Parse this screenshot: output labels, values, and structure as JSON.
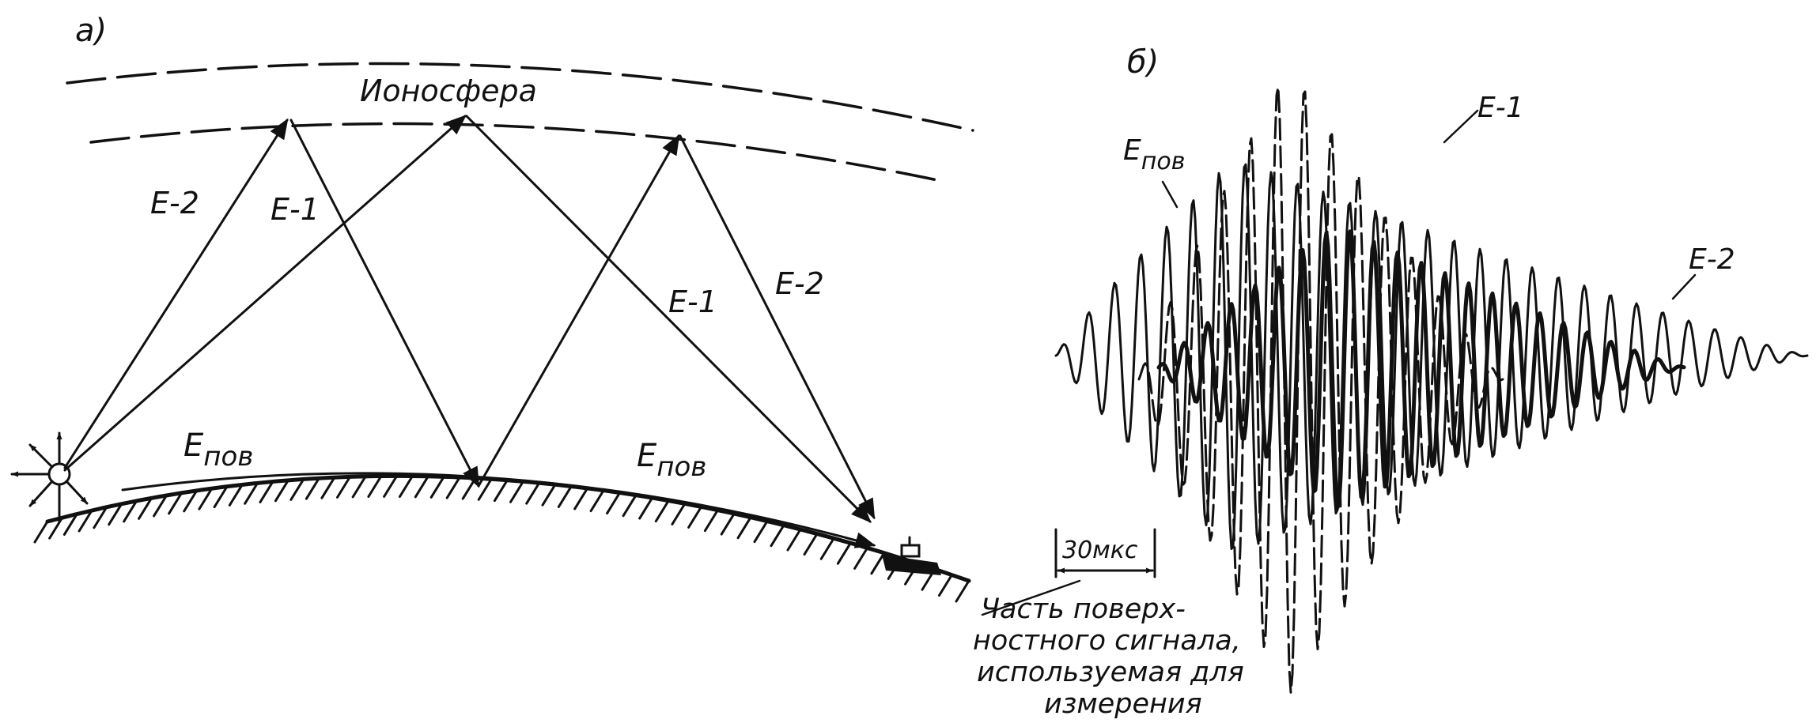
{
  "panel_a": {
    "label": "а)",
    "ionosphere_label": "Ионосфера",
    "ray_labels": {
      "e2_left": "E-2",
      "e1_left": "E-1",
      "e1_right": "E-1",
      "e2_right": "E-2"
    },
    "surface_wave": {
      "main": "E",
      "sub": "пов"
    }
  },
  "panel_b": {
    "label": "б)",
    "e1_label": "E-1",
    "e2_label": "E-2",
    "surface_label_main": "E",
    "surface_label_sub": "пов",
    "scale_label": "30мкс",
    "caption_lines": [
      "Часть поверх-",
      "ностного сигнала,",
      "используемая для",
      "измерения"
    ]
  }
}
